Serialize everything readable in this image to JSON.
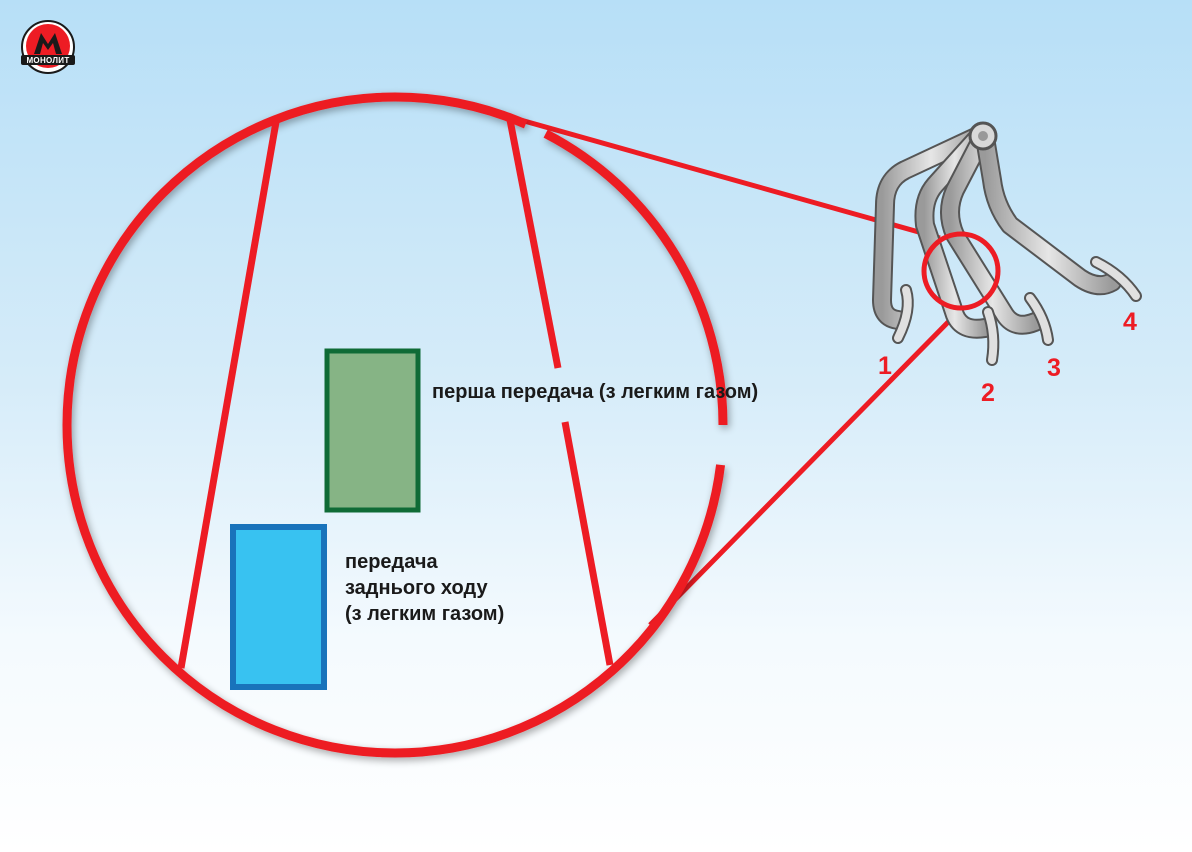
{
  "logo": {
    "text": "МОНОЛИТ"
  },
  "colors": {
    "accent_red": "#ed1c24",
    "first_gear_fill": "#86b485",
    "first_gear_border": "#0f6b36",
    "reverse_gear_fill": "#38c2f1",
    "reverse_gear_border": "#1973bb",
    "lever_metal": "#bfbfbf"
  },
  "legend": {
    "first_gear": "перша передача (з легким газом)",
    "reverse_gear_line1": "передача",
    "reverse_gear_line2": "заднього ходу",
    "reverse_gear_line3": "(з легким газом)"
  },
  "pedals": [
    {
      "number": "1"
    },
    {
      "number": "2"
    },
    {
      "number": "3"
    },
    {
      "number": "4"
    }
  ]
}
